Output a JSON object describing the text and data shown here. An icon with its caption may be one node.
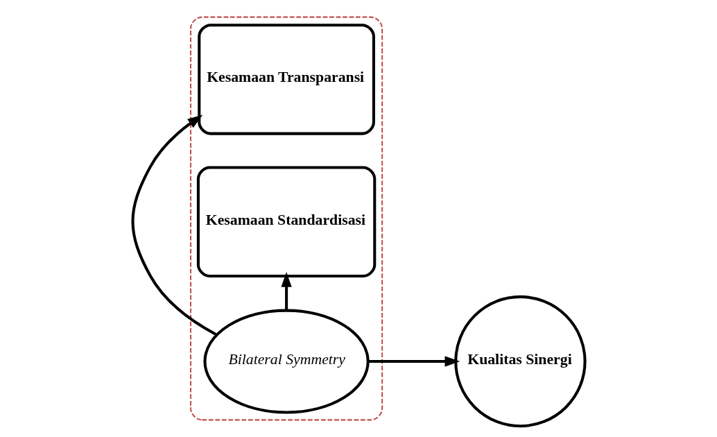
{
  "diagram": {
    "nodes": [
      {
        "text": [],
        "shape": "box"
      },
      {
        "text": [
          "Kesamaan Transparansi"
        ],
        "in": 0
      },
      {
        "text": [
          "Kesamaan Standardisasi"
        ],
        "in": 0
      },
      {
        "text": [
          "Bilateral Symmetry"
        ],
        "in": 0
      },
      {
        "text": [
          "Kualitas Sinergi"
        ]
      }
    ],
    "edges": [
      {
        "from": 3,
        "to": 1,
        "arrow": "to"
      },
      {
        "from": 3,
        "to": 2,
        "arrow": "to"
      },
      {
        "from": 3,
        "to": 4,
        "arrow": "to"
      }
    ]
  }
}
